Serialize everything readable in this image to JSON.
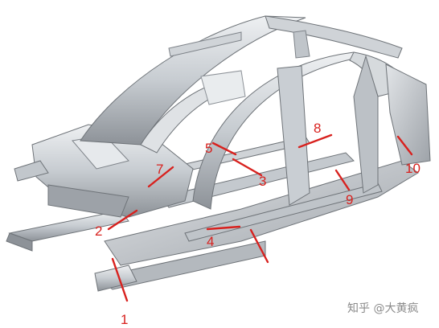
{
  "image": {
    "subject": "car-body-in-white-frame"
  },
  "colors": {
    "callout": "#d8211e",
    "frame_light": "#d9dde1",
    "frame_mid": "#aeb3b8",
    "frame_dark": "#6e7378",
    "watermark": "#8a8a8a"
  },
  "callouts": [
    {
      "id": "1",
      "text": "1"
    },
    {
      "id": "2",
      "text": "2"
    },
    {
      "id": "3",
      "text": "3"
    },
    {
      "id": "4",
      "text": "4"
    },
    {
      "id": "5",
      "text": "5"
    },
    {
      "id": "7",
      "text": "7"
    },
    {
      "id": "8",
      "text": "8"
    },
    {
      "id": "9",
      "text": "9"
    },
    {
      "id": "10",
      "text": "10"
    }
  ],
  "watermark": {
    "text": "知乎 @大黄疯"
  }
}
